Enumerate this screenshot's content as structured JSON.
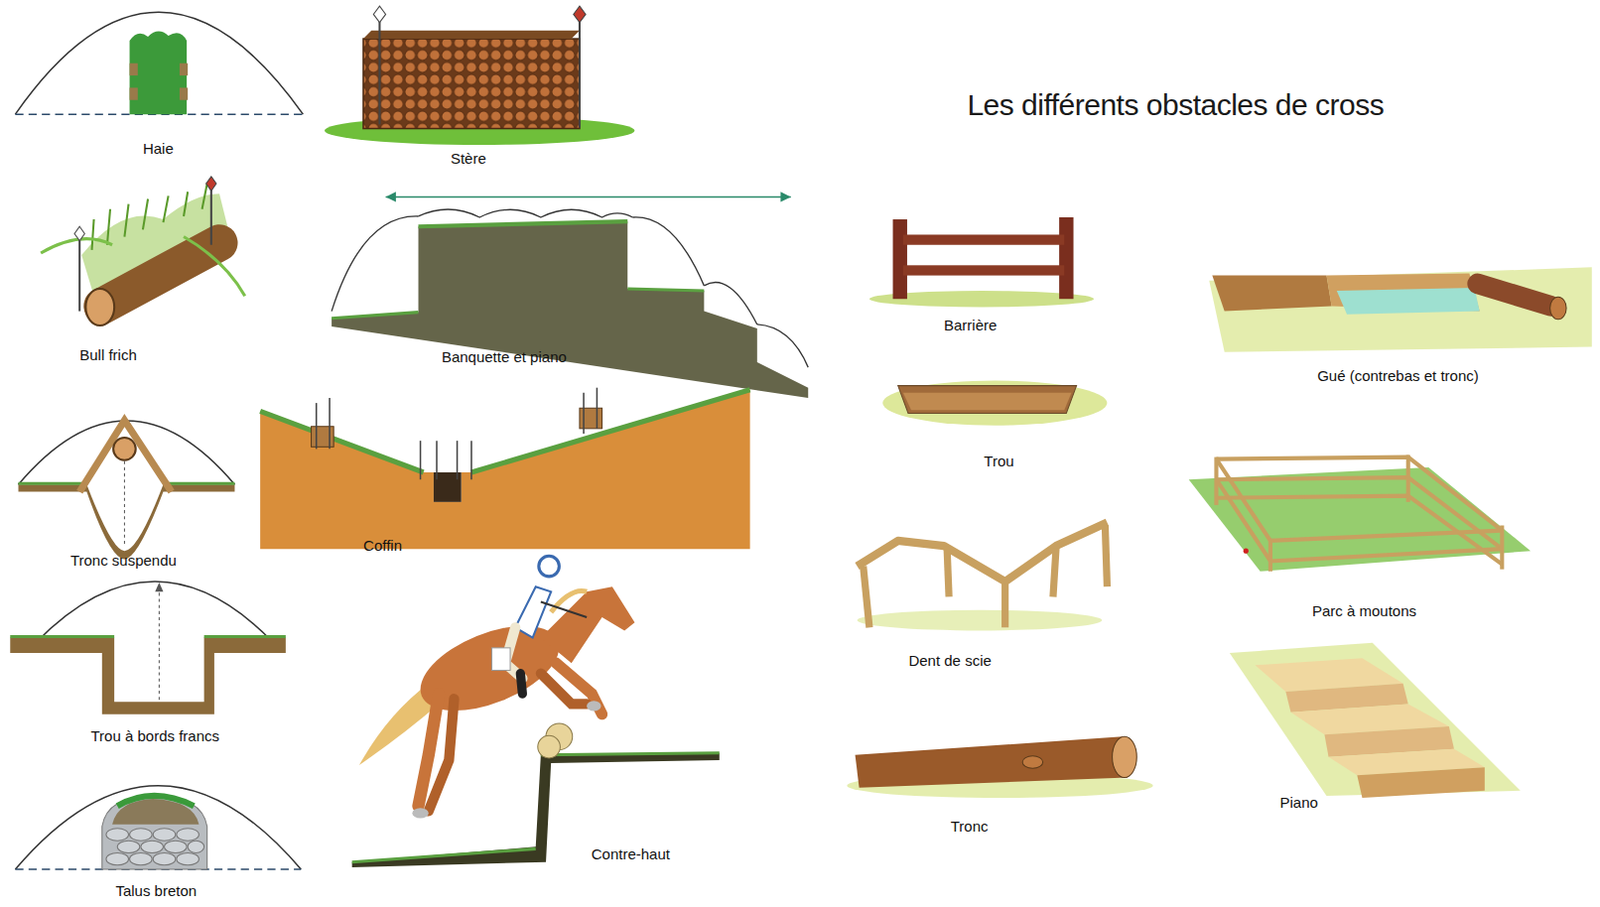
{
  "diagram": {
    "title": "Les différents obstacles de cross",
    "labels": [
      "Haie",
      "Stère",
      "Bull frich",
      "Banquette et piano",
      "Tronc suspendu",
      "Coffin",
      "Trou à bords francs",
      "Contre-haut",
      "Talus breton",
      "Barrière",
      "Trou",
      "Dent de scie",
      "Tronc",
      "Gué (contrebas et tronc)",
      "Parc à moutons",
      "Piano"
    ]
  }
}
